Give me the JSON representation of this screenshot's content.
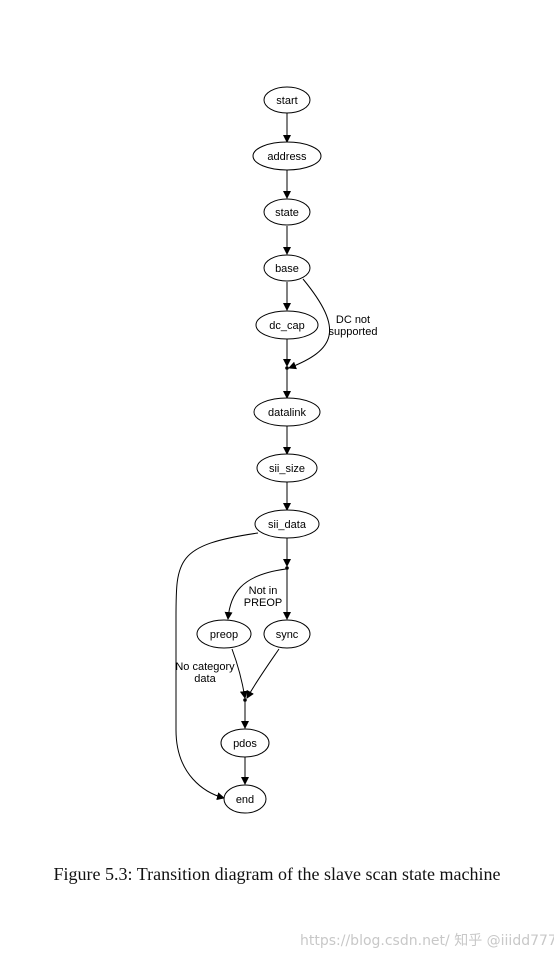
{
  "nodes": {
    "start": "start",
    "address": "address",
    "state": "state",
    "base": "base",
    "dc_cap": "dc_cap",
    "datalink": "datalink",
    "sii_size": "sii_size",
    "sii_data": "sii_data",
    "preop": "preop",
    "sync": "sync",
    "pdos": "pdos",
    "end": "end"
  },
  "edge_labels": {
    "dc_not_supported_line1": "DC not",
    "dc_not_supported_line2": "supported",
    "not_in_preop_line1": "Not in",
    "not_in_preop_line2": "PREOP",
    "no_category_data_line1": "No category",
    "no_category_data_line2": "data"
  },
  "caption": "Figure 5.3: Transition diagram of the slave scan state machine",
  "watermark": "https://blog.csdn.net/  知乎 @iiidd777"
}
